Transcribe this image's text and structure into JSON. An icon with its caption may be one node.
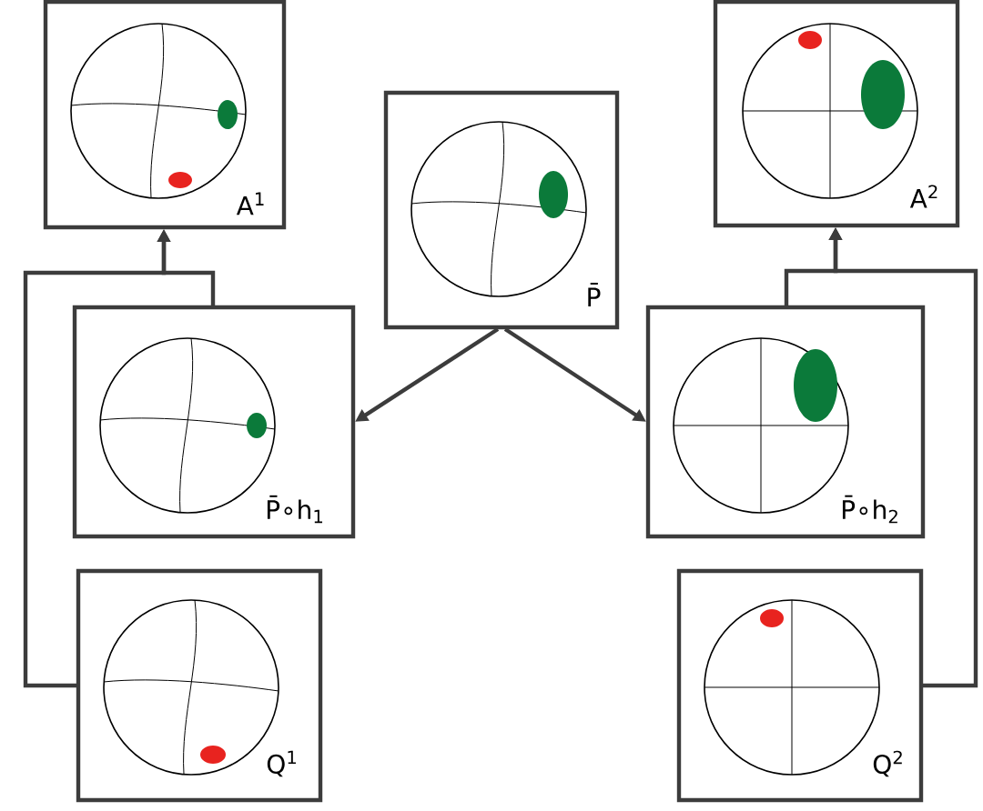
{
  "diagram": {
    "nodes": [
      {
        "text": [
          "A$^{1}$"
        ]
      },
      {
        "text": [
          "P̄"
        ]
      },
      {
        "text": [
          "A$^{2}$"
        ]
      },
      {
        "text": [
          "P̄∘h$_{1}$"
        ]
      },
      {
        "text": [
          "P̄∘h$_{2}$"
        ]
      },
      {
        "text": [
          "Q$^{1}$"
        ]
      },
      {
        "text": [
          "Q$^{2}$"
        ]
      }
    ],
    "edges": [
      {
        "from": 1,
        "to": 3,
        "arrow": "to"
      },
      {
        "from": 1,
        "to": 4,
        "arrow": "to"
      },
      {
        "from": 3,
        "to": 0,
        "arrow": "to"
      },
      {
        "from": 5,
        "to": 0,
        "arrow": "to"
      },
      {
        "from": 4,
        "to": 2,
        "arrow": "to"
      },
      {
        "from": 6,
        "to": 2,
        "arrow": "to"
      }
    ]
  }
}
